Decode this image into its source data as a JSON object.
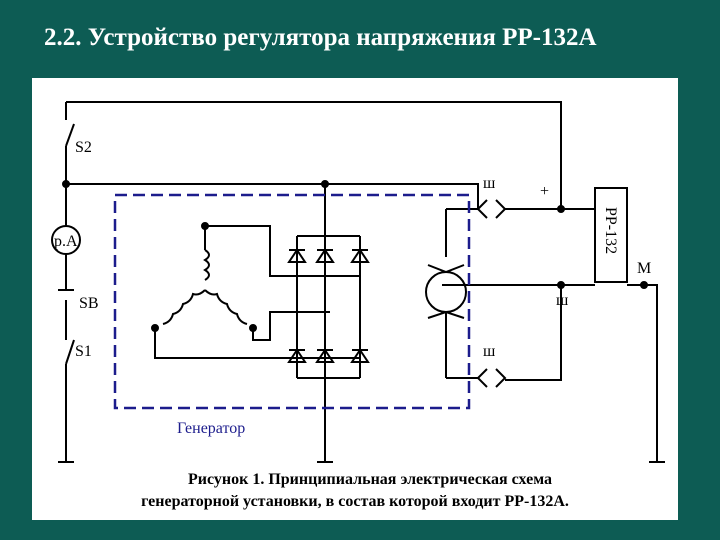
{
  "slide": {
    "title": "2.2. Устройство регулятора напряжения РР-132А"
  },
  "diagram": {
    "labels": {
      "s2": "S2",
      "ammeter": "р.А",
      "sb": "SB",
      "s1": "S1",
      "sh_top": "ш",
      "plus": "+",
      "regulator": "РР-132",
      "m": "М",
      "sh_right": "ш",
      "sh_bottom": "ш",
      "generator": "Генератор"
    },
    "caption": {
      "line1": "Рисунок 1. Принципиальная электрическая схема",
      "line2": "генераторной установки, в состав которой входит РР-132А."
    },
    "colors": {
      "background": "#0d5c54",
      "generator_border": "#1c1c8c",
      "generator_label": "#1c1c8c"
    }
  }
}
